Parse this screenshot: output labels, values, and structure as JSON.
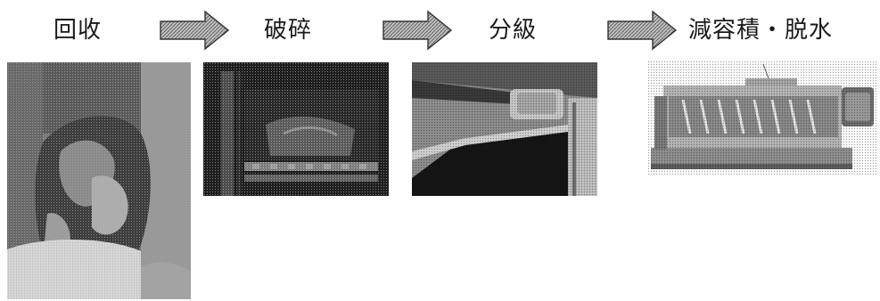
{
  "steps": [
    {
      "label": "回收"
    },
    {
      "label": "破碎"
    },
    {
      "label": "分級"
    },
    {
      "label": "減容積・脱水"
    }
  ]
}
